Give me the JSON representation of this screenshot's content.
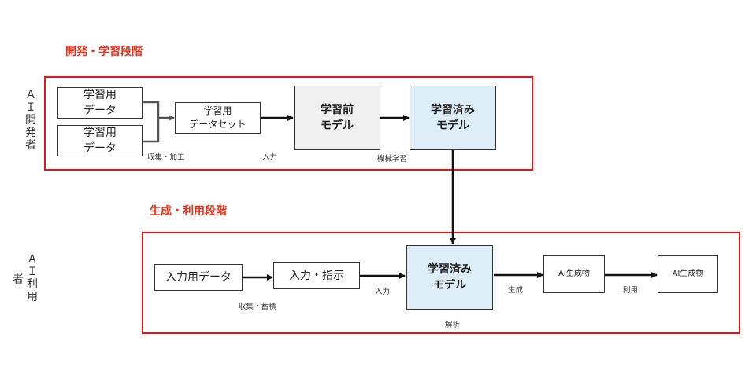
{
  "stages": {
    "dev_title": "開発・学習段階",
    "gen_title": "生成・利用段階"
  },
  "actors": {
    "developer": "Ａ\nＩ\n開\n発\n者",
    "user_col1": "者",
    "user_col2": "Ａ\nＩ\n利\n用"
  },
  "dev_nodes": {
    "data1": "学習用\nデータ",
    "data2": "学習用\nデータ",
    "dataset": "学習用\nデータセット",
    "pre_model": "学習前\nモデル",
    "trained_model": "学習済み\nモデル"
  },
  "dev_labels": {
    "collect": "収集・加工",
    "input": "入力",
    "ml": "機械学習"
  },
  "gen_nodes": {
    "input_data": "入力用データ",
    "instruction": "入力・指示",
    "trained_model": "学習済み\nモデル",
    "ai_output1": "AI生成物",
    "ai_output2": "AI生成物"
  },
  "gen_labels": {
    "collect": "収集・蓄積",
    "input": "入力",
    "analysis": "解析",
    "generate": "生成",
    "use": "利用"
  },
  "colors": {
    "frame": "#e8141c",
    "stage_title": "#e0301e",
    "pre_model_fill": "#f0f0f0",
    "trained_model_fill": "#deeef8"
  }
}
